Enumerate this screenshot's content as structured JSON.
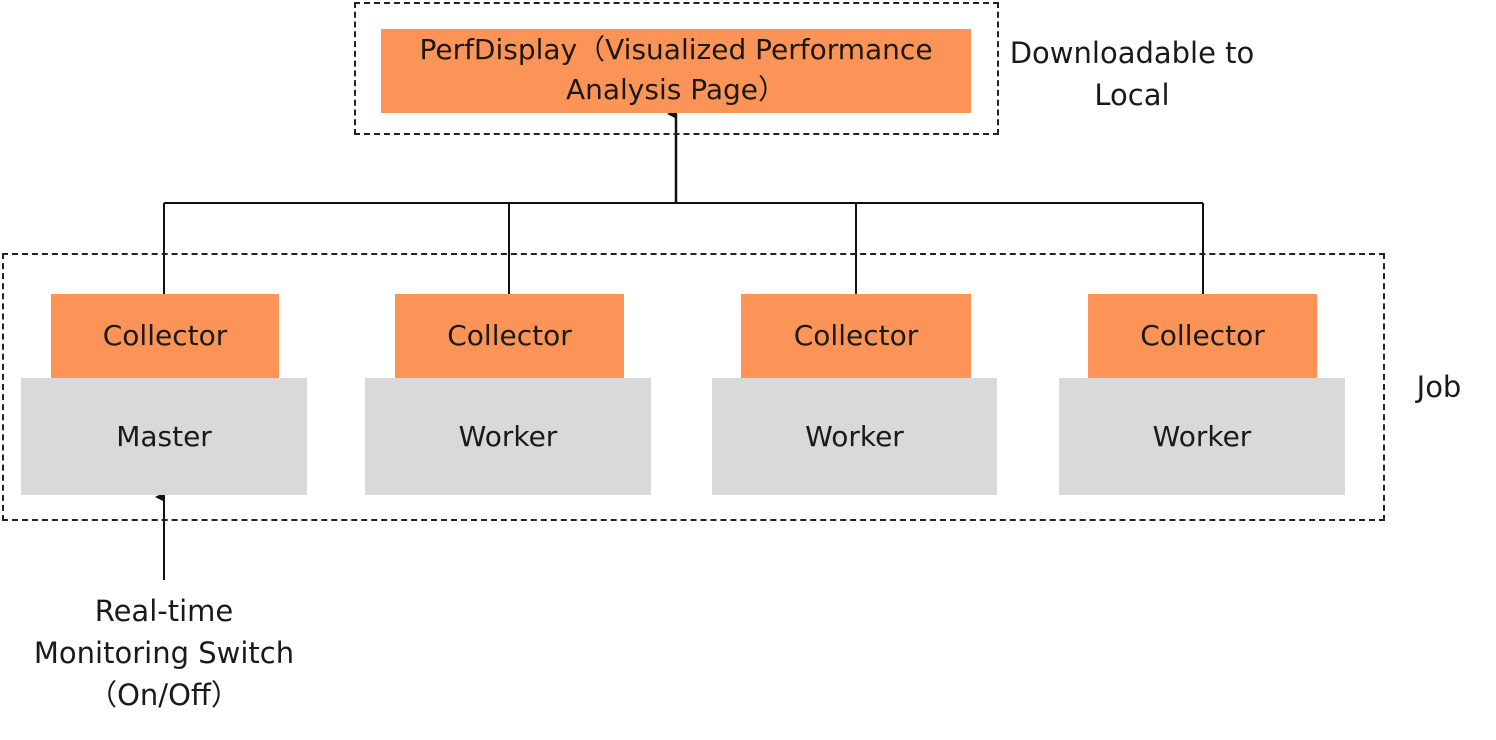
{
  "top": {
    "line1": "PerfDisplay（Visualized Performance",
    "line2": "Analysis Page）",
    "side_line1": "Downloadable to",
    "side_line2": "Local"
  },
  "job": {
    "label": "Job",
    "collector_label": "Collector",
    "nodes": [
      {
        "name": "Master"
      },
      {
        "name": "Worker"
      },
      {
        "name": "Worker"
      },
      {
        "name": "Worker"
      }
    ]
  },
  "switch": {
    "line1": "Real-time",
    "line2": "Monitoring Switch",
    "line3": "（On/Off）"
  },
  "colors": {
    "accent": "#fd9457",
    "node": "#d9d9d9",
    "line": "#111111"
  }
}
